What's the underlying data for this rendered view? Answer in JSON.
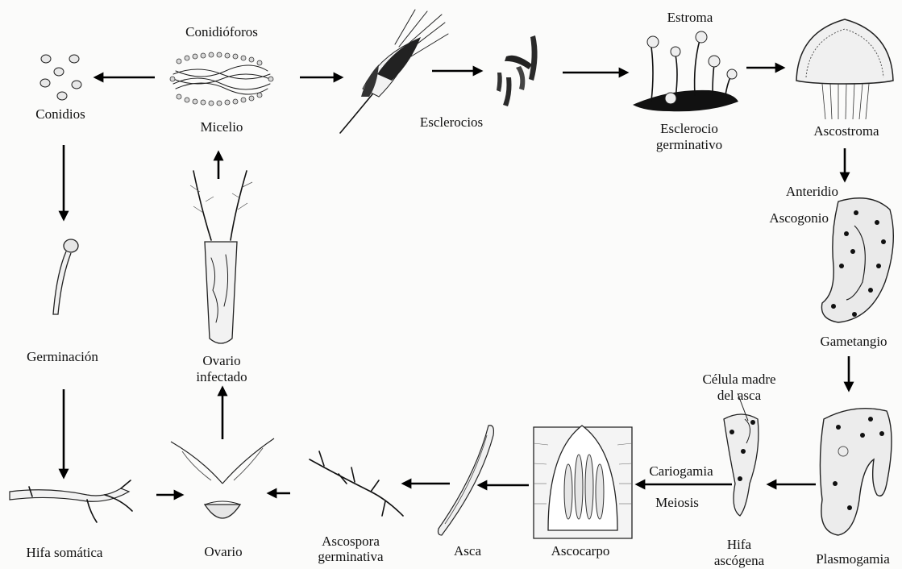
{
  "labels": {
    "conidioforos": "Conidióforos",
    "conidios": "Conidios",
    "micelio": "Micelio",
    "esclerocios": "Esclerocios",
    "estroma": "Estroma",
    "esclerocio_germinativo_1": "Esclerocio",
    "esclerocio_germinativo_2": "germinativo",
    "ascostroma": "Ascostroma",
    "anteridio": "Anteridio",
    "ascogonio": "Ascogonio",
    "gametangio": "Gametangio",
    "plasmogamia": "Plasmogamia",
    "celula_madre_1": "Célula madre",
    "celula_madre_2": "del asca",
    "hifa_ascogena_1": "Hifa",
    "hifa_ascogena_2": "ascógena",
    "cariogamia": "Cariogamia",
    "meiosis": "Meiosis",
    "ascocarpo": "Ascocarpo",
    "asca": "Asca",
    "ascospora_1": "Ascospora",
    "ascospora_2": "germinativa",
    "ovario": "Ovario",
    "ovario_infectado_1": "Ovario",
    "ovario_infectado_2": "infectado",
    "germinacion": "Germinación",
    "hifa_somatica": "Hifa somática"
  }
}
